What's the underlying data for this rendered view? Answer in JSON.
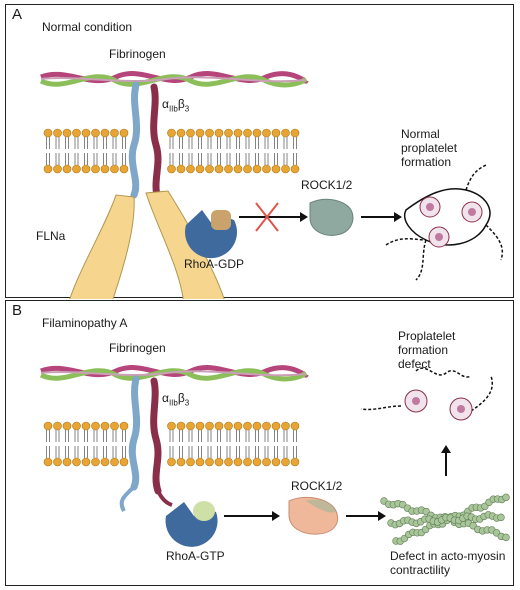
{
  "panel_a": {
    "letter": "A",
    "title": "Normal condition",
    "fibrinogen": "Fibrinogen",
    "integrin_alpha": "α",
    "integrin_sub": "IIb",
    "integrin_beta": "β",
    "integrin_beta_sub": "3",
    "flna": "FLNa",
    "rhoa": "RhoA-GDP",
    "rock": "ROCK1/2",
    "outcome_line1": "Normal",
    "outcome_line2": "proplatelet",
    "outcome_line3": "formation"
  },
  "panel_b": {
    "letter": "B",
    "title": "Filaminopathy A",
    "fibrinogen": "Fibrinogen",
    "integrin_alpha": "α",
    "integrin_sub": "IIb",
    "integrin_beta": "β",
    "integrin_beta_sub": "3",
    "rhoa": "RhoA-GTP",
    "rock": "ROCK1/2",
    "outcome_line1": "Proplatelet",
    "outcome_line2": "formation",
    "outcome_line3": "defect",
    "defect_line1": "Defect in acto-myosin",
    "defect_line2": "contractility"
  },
  "colors": {
    "fibrinogen_pink": "#b5457a",
    "fibrinogen_green": "#8cbf5a",
    "lipid_head": "#e8a533",
    "integrin_blue": "#7fa7c9",
    "integrin_red": "#8a2f4a",
    "flna_yellow": "#f6d58f",
    "rhoa_blue": "#3f6a9e",
    "gdp_tan": "#c9a36b",
    "gtp_green": "#cfe0a6",
    "rock_gray": "#8fa8a0",
    "rock_peach": "#f0b89a",
    "cross_red": "#e0554a",
    "actin_green": "#a9c69a",
    "platelet_pink": "#f1e3ec"
  }
}
